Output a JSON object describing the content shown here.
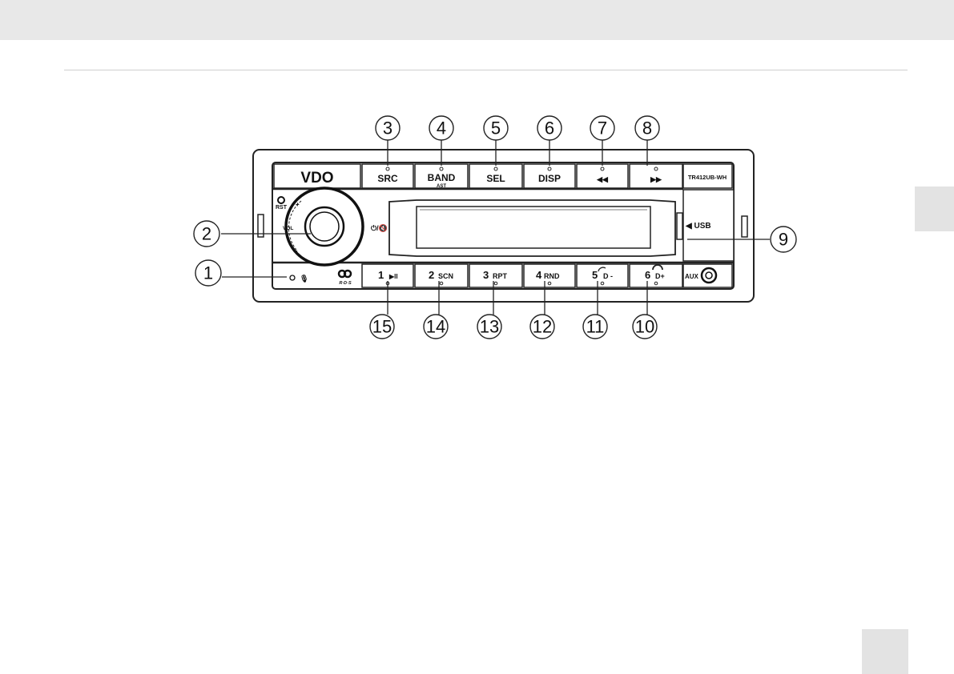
{
  "radio": {
    "brand": "VDO",
    "model": "TR412UB-WH",
    "top_buttons": [
      {
        "label": "SRC",
        "sub": ""
      },
      {
        "label": "BAND",
        "sub": "AST"
      },
      {
        "label": "SEL",
        "sub": ""
      },
      {
        "label": "DISP",
        "sub": ""
      },
      {
        "label": "◀◀",
        "sub": ""
      },
      {
        "label": "▶▶",
        "sub": ""
      }
    ],
    "bottom_buttons": [
      {
        "num": "1",
        "label": "▶II"
      },
      {
        "num": "2",
        "label": "SCN"
      },
      {
        "num": "3",
        "label": "RPT"
      },
      {
        "num": "4",
        "label": "RND"
      },
      {
        "num": "5",
        "label": "D -"
      },
      {
        "num": "6",
        "label": "D+"
      }
    ],
    "rst_label": "RST",
    "vol_label": "VOL",
    "vol_plus": "+",
    "vol_minus": "–",
    "power_label": "⏻/🔇",
    "usb_label": "◀  USB",
    "aux_label": "AUX",
    "rds_label": "R·D·S"
  },
  "callouts": {
    "top": [
      "3",
      "4",
      "5",
      "6",
      "7",
      "8"
    ],
    "bottom": [
      "15",
      "14",
      "13",
      "12",
      "11",
      "10"
    ],
    "left": [
      "2",
      "1"
    ],
    "right": "9"
  }
}
